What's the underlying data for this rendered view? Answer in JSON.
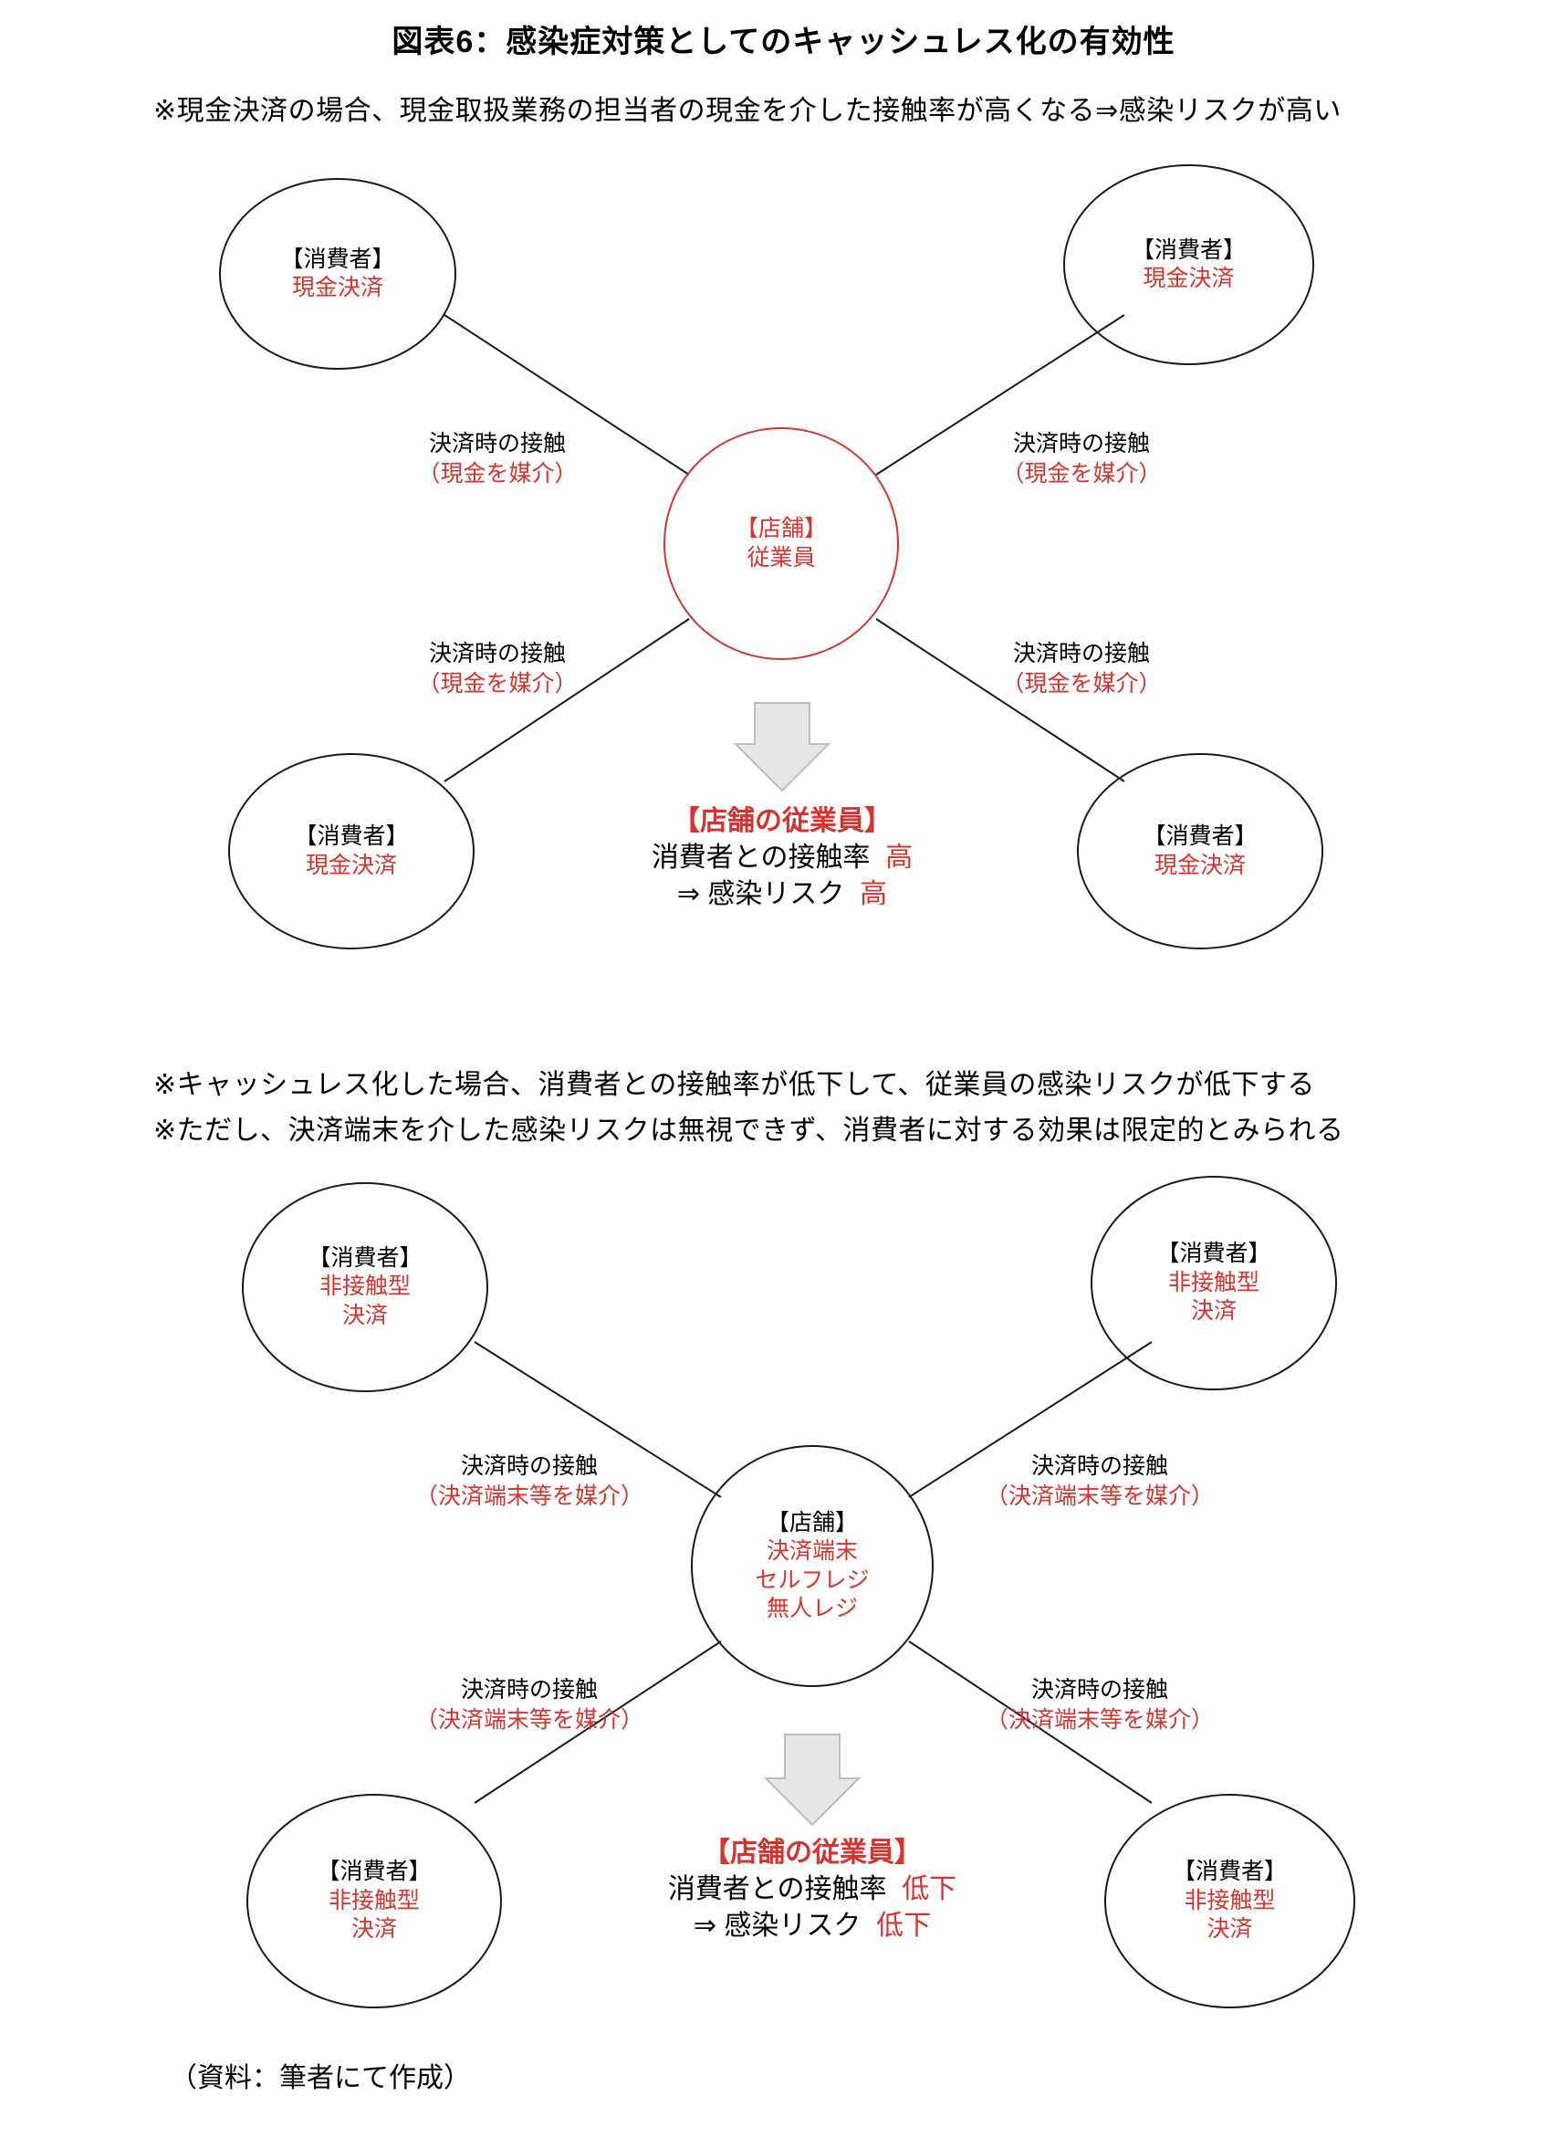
{
  "title": "図表6：感染症対策としてのキャッシュレス化の有効性",
  "colors": {
    "accent_red": "#d7332e",
    "line_black": "#1a1a1a",
    "arrow_fill": "#e6e6e6"
  },
  "source_note": "（資料：筆者にて作成）",
  "diagram_cash": {
    "note": "※現金決済の場合、現金取扱業務の担当者の現金を介した接触率が高くなる⇒感染リスクが高い",
    "hub": {
      "line1": "【店舗】",
      "line2": "従業員"
    },
    "consumers": [
      {
        "position": "top-left",
        "line1": "【消費者】",
        "line2": "現金決済"
      },
      {
        "position": "top-right",
        "line1": "【消費者】",
        "line2": "現金決済"
      },
      {
        "position": "bottom-left",
        "line1": "【消費者】",
        "line2": "現金決済"
      },
      {
        "position": "bottom-right",
        "line1": "【消費者】",
        "line2": "現金決済"
      }
    ],
    "edge_labels": [
      {
        "position": "top-left",
        "top": "決済時の接触",
        "bottom": "（現金を媒介）"
      },
      {
        "position": "top-right",
        "top": "決済時の接触",
        "bottom": "（現金を媒介）"
      },
      {
        "position": "bottom-left",
        "top": "決済時の接触",
        "bottom": "（現金を媒介）"
      },
      {
        "position": "bottom-right",
        "top": "決済時の接触",
        "bottom": "（現金を媒介）"
      }
    ],
    "summary": {
      "head": "【店舗の従業員】",
      "row1_text": "消費者との接触率",
      "row1_value": "高",
      "row2_text": "⇒ 感染リスク",
      "row2_value": "高"
    }
  },
  "diagram_cashless": {
    "note_line1": "※キャッシュレス化した場合、消費者との接触率が低下して、従業員の感染リスクが低下する",
    "note_line2": "※ただし、決済端末を介した感染リスクは無視できず、消費者に対する効果は限定的とみられる",
    "hub": {
      "line1": "【店舗】",
      "line2": "決済端末",
      "line3": "セルフレジ",
      "line4": "無人レジ"
    },
    "consumers": [
      {
        "position": "top-left",
        "line1": "【消費者】",
        "line2": "非接触型",
        "line3": "決済"
      },
      {
        "position": "top-right",
        "line1": "【消費者】",
        "line2": "非接触型",
        "line3": "決済"
      },
      {
        "position": "bottom-left",
        "line1": "【消費者】",
        "line2": "非接触型",
        "line3": "決済"
      },
      {
        "position": "bottom-right",
        "line1": "【消費者】",
        "line2": "非接触型",
        "line3": "決済"
      }
    ],
    "edge_labels": [
      {
        "position": "top-left",
        "top": "決済時の接触",
        "bottom": "（決済端末等を媒介）"
      },
      {
        "position": "top-right",
        "top": "決済時の接触",
        "bottom": "（決済端末等を媒介）"
      },
      {
        "position": "bottom-left",
        "top": "決済時の接触",
        "bottom": "（決済端末等を媒介）"
      },
      {
        "position": "bottom-right",
        "top": "決済時の接触",
        "bottom": "（決済端末等を媒介）"
      }
    ],
    "summary": {
      "head": "【店舗の従業員】",
      "row1_text": "消費者との接触率",
      "row1_value": "低下",
      "row2_text": "⇒ 感染リスク",
      "row2_value": "低下"
    }
  }
}
